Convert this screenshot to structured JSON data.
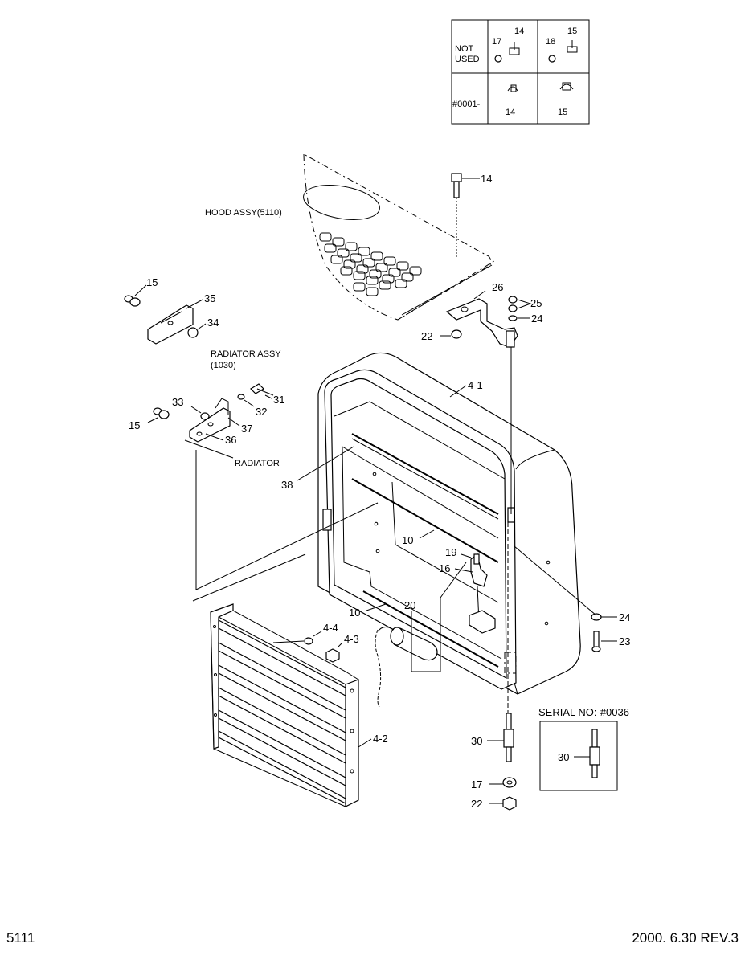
{
  "table": {
    "row1_header": "NOT\nUSED",
    "row2_header": "#0001-",
    "cells": [
      "17",
      "14",
      "18",
      "15",
      "14",
      "15"
    ]
  },
  "labels": {
    "hood_assy": "HOOD ASSY(5110)",
    "radiator_assy_1": "RADIATOR ASSY",
    "radiator_assy_2": "(1030)",
    "radiator": "RADIATOR",
    "serial": "SERIAL NO:-#0036"
  },
  "parts": [
    "14",
    "15",
    "35",
    "34",
    "26",
    "25",
    "24",
    "22",
    "4-1",
    "33",
    "31",
    "32",
    "15",
    "37",
    "36",
    "38",
    "10",
    "19",
    "16",
    "10",
    "20",
    "24",
    "23",
    "4-4",
    "4-3",
    "4-2",
    "30",
    "17",
    "22",
    "30"
  ],
  "footer": {
    "page": "5111",
    "date_rev": "2000. 6.30 REV.3"
  }
}
